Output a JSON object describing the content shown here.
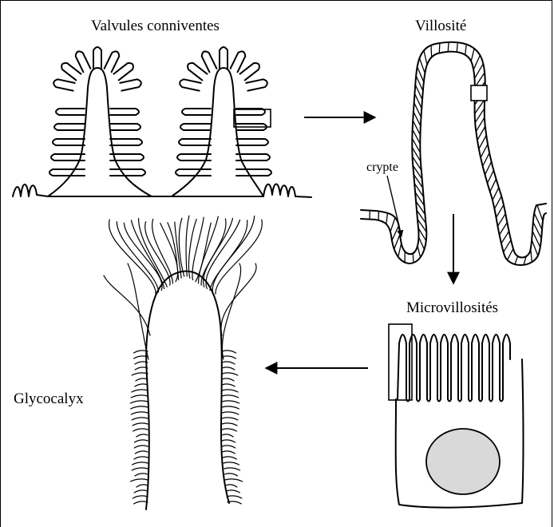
{
  "labels": {
    "valvules": "Valvules conniventes",
    "villosite": "Villosité",
    "crypte": "crypte",
    "microvillosites": "Microvillosités",
    "glycocalyx": "Glycocalyx"
  },
  "colors": {
    "ink": "#000000",
    "nucleus_fill": "#d9d9d9",
    "background": "#ffffff"
  }
}
